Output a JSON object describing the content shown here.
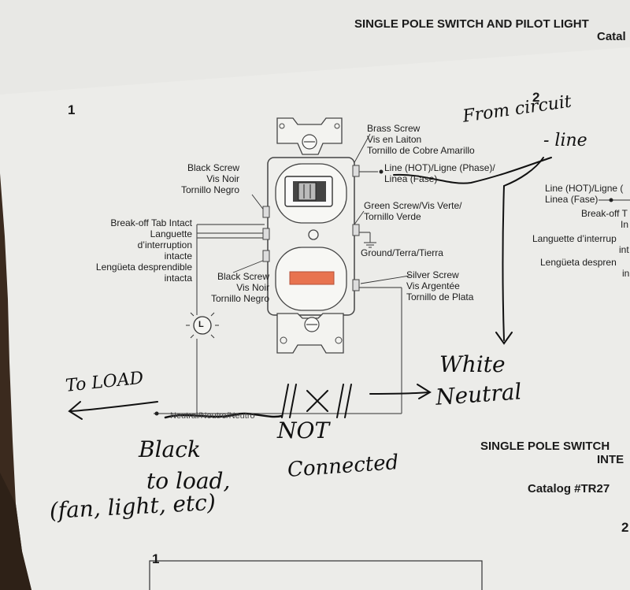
{
  "header": {
    "title": "SINGLE POLE SWITCH AND PILOT LIGHT",
    "catalog_partial": "Catal"
  },
  "steps": {
    "left": "1",
    "right": "2",
    "bottom": "1",
    "bottom_right": "2"
  },
  "labels": {
    "brass_screw": [
      "Brass Screw",
      "Vis en Laiton",
      "Tornillo de Cobre Amarillo"
    ],
    "line_hot": [
      "Line (HOT)/Ligne (Phase)/",
      "Linea (Fase)"
    ],
    "black_screw_top": [
      "Black Screw",
      "Vis Noir",
      "Tornillo Negro"
    ],
    "break_off_tab": [
      "Break-off Tab Intact",
      "Languette",
      "d’interruption",
      "intacte",
      "Lengüeta desprendible",
      "intacta"
    ],
    "green_screw": [
      "Green Screw/Vis Verte/",
      "Tornillo Verde"
    ],
    "ground": "Ground/Terra/Tierra",
    "black_screw_bottom": [
      "Black Screw",
      "Vis Noir",
      "Tornillo Negro"
    ],
    "silver_screw": [
      "Silver Screw",
      "Vis Argentée",
      "Tornillo de Plata"
    ],
    "lamp_symbol": "L",
    "neutral_line": "Neutral/Neutre/Neutro"
  },
  "right_partial": {
    "line_hot": [
      "Line (HOT)/Ligne (",
      "Linea (Fase)"
    ],
    "break_off": [
      "Break-off T",
      "In"
    ],
    "languette": [
      "Languette d’interrup",
      "int"
    ],
    "lengueta": [
      "Lengüeta despren",
      "in"
    ]
  },
  "right_bottom_partial": {
    "title": [
      "SINGLE POLE SWITCH",
      "INTE"
    ],
    "catalog": "Catalog #TR27"
  },
  "handwriting": {
    "from_circuit": [
      "From circuit",
      "- line"
    ],
    "white_neutral": [
      "White",
      "Neutral"
    ],
    "to_load": "To LOAD",
    "not_connected_mark": "// X //",
    "not_connected": [
      "NOT",
      "Connected"
    ],
    "black_to_load": [
      "Black",
      "to load,",
      "(fan, light, etc)"
    ]
  },
  "colors": {
    "paper": "#ecece9",
    "background": "#3b2a1e",
    "pilot_light": "#e8734f",
    "ink": "#111111"
  }
}
